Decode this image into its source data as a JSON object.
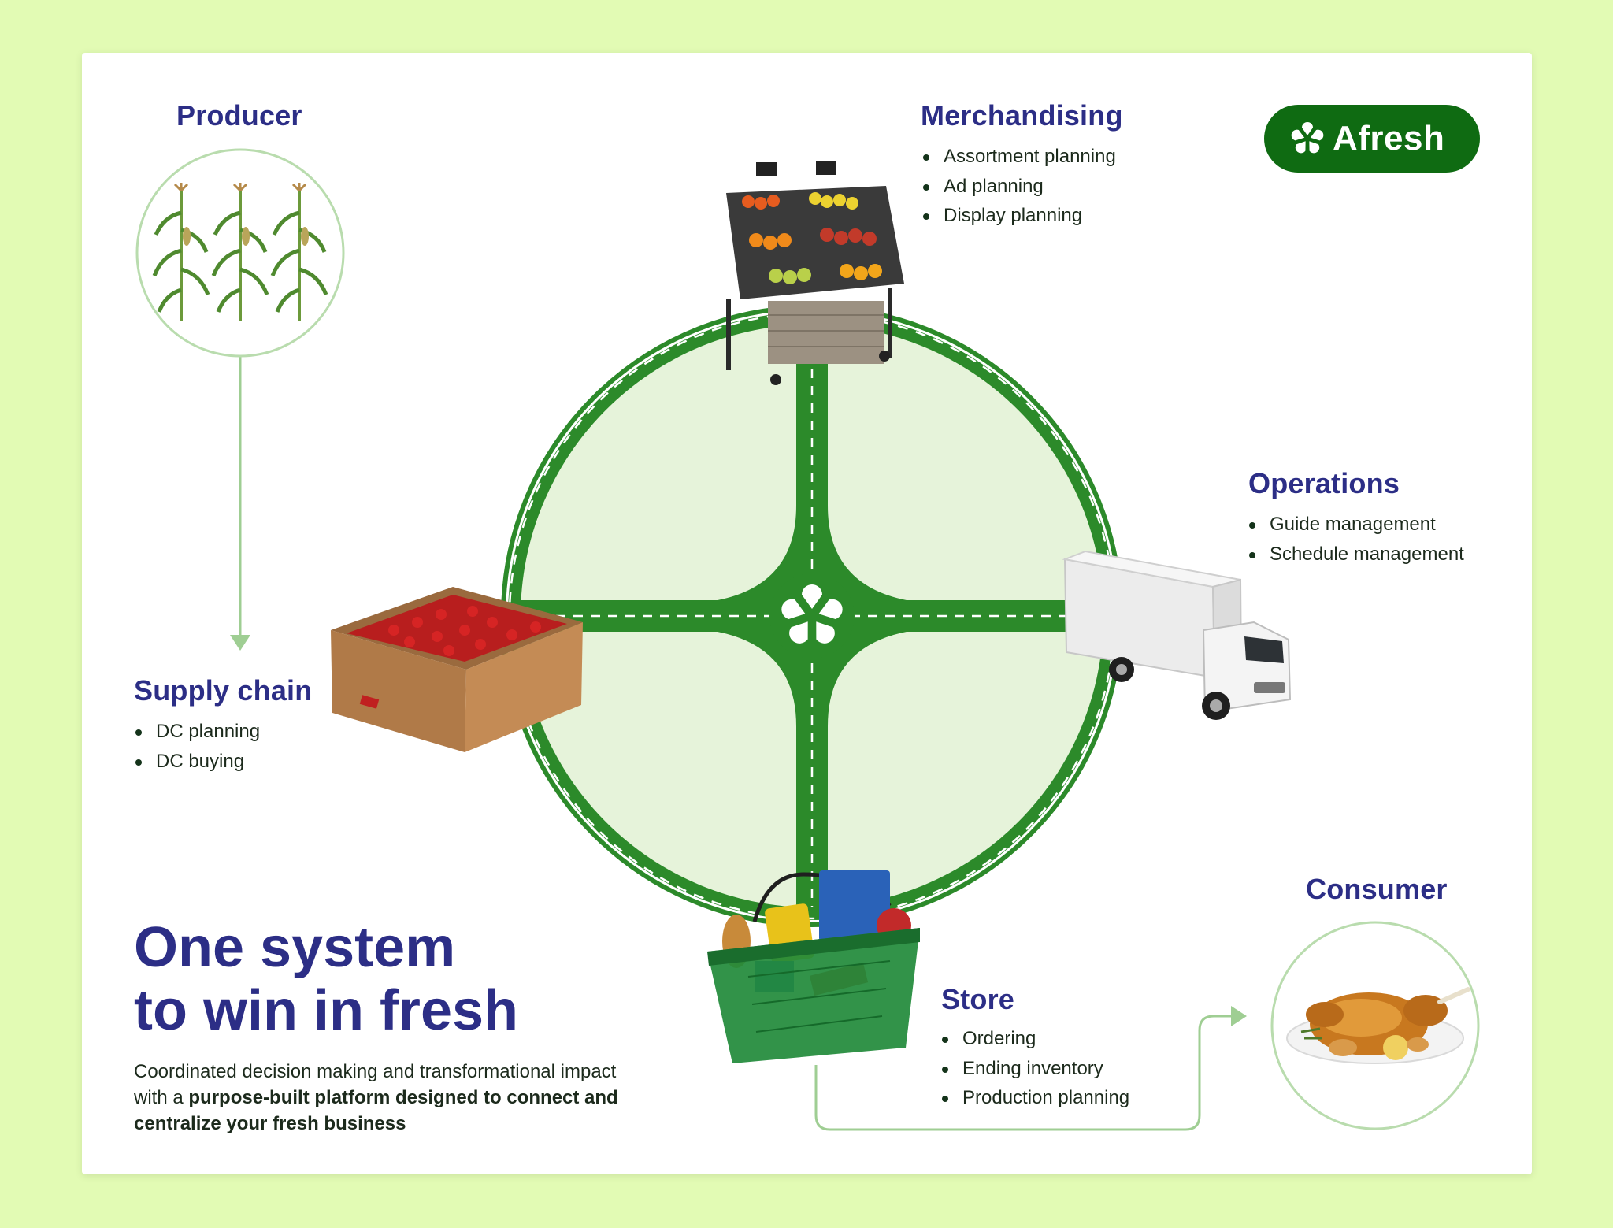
{
  "brand": {
    "name": "Afresh"
  },
  "colors": {
    "background": "#e2fbb4",
    "road": "#2c8a2a",
    "disc": "#e6f3da",
    "heading": "#2c2e86",
    "logo": "#0f6b12",
    "connector": "#9fce93",
    "circle_outline": "#b9dcae"
  },
  "nodes": {
    "producer": {
      "title": "Producer",
      "icon": "corn-stalks-icon"
    },
    "merchandising": {
      "title": "Merchandising",
      "items": [
        "Assortment planning",
        "Ad planning",
        "Display planning"
      ],
      "icon": "produce-display-stand-icon"
    },
    "operations": {
      "title": "Operations",
      "items": [
        "Guide management",
        "Schedule management"
      ],
      "icon": "delivery-truck-icon"
    },
    "supply_chain": {
      "title": "Supply chain",
      "items": [
        "DC planning",
        "DC buying"
      ],
      "icon": "strawberry-crate-icon"
    },
    "store": {
      "title": "Store",
      "items": [
        "Ordering",
        "Ending inventory",
        "Production planning"
      ],
      "icon": "grocery-basket-icon"
    },
    "consumer": {
      "title": "Consumer",
      "icon": "roast-chicken-icon"
    }
  },
  "headline": {
    "line1": "One system",
    "line2": "to win in fresh"
  },
  "description": {
    "prefix": "Coordinated decision making and transformational impact with a ",
    "bold": "purpose-built platform designed to connect and centralize your fresh business"
  }
}
